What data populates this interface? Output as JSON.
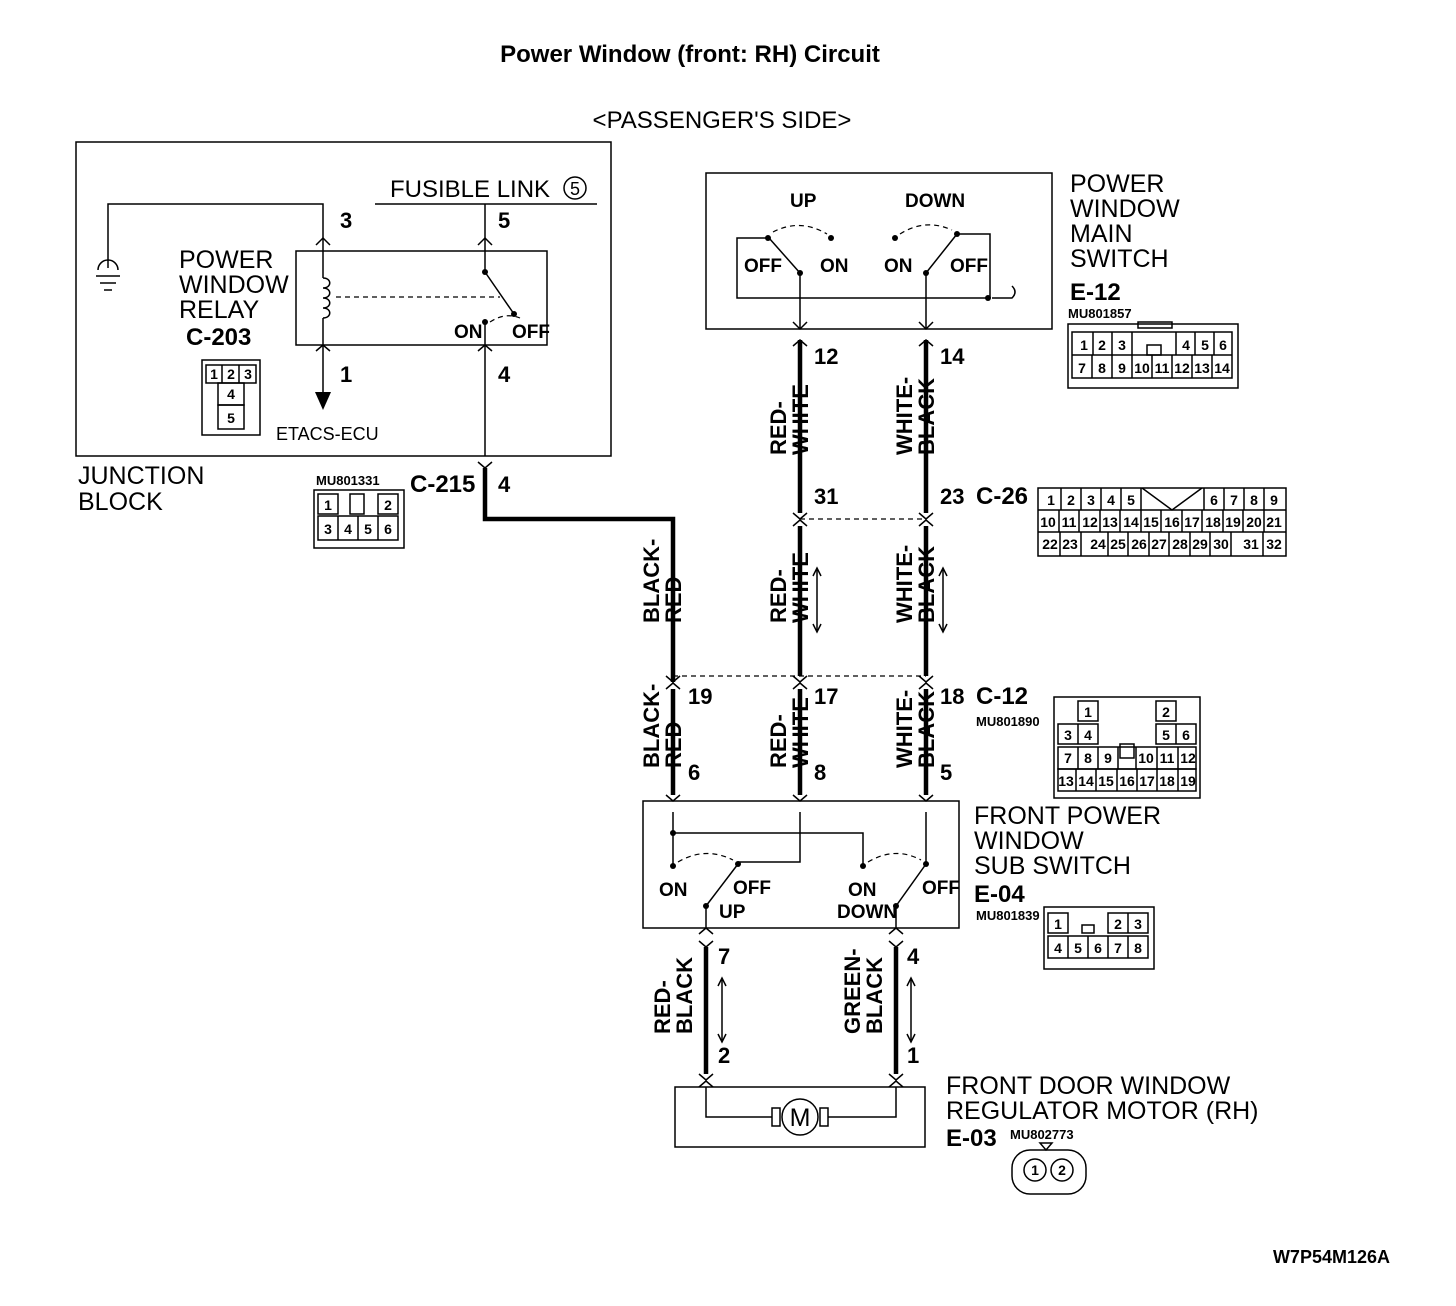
{
  "title": "Power Window (front: RH) Circuit",
  "subtitle": "<PASSENGER'S SIDE>",
  "junction_block": {
    "label_line1": "JUNCTION",
    "label_line2": "BLOCK",
    "fusible_link": "FUSIBLE LINK",
    "fusible_link_no": "5",
    "relay_line1": "POWER",
    "relay_line2": "WINDOW",
    "relay_line3": "RELAY",
    "relay_connector": "C-203",
    "relay_on": "ON",
    "relay_off": "OFF",
    "pin_3": "3",
    "pin_5": "5",
    "pin_1": "1",
    "pin_4": "4",
    "etacs": "ETACS-ECU",
    "relay_grid": [
      "1",
      "2",
      "3",
      "4",
      "5"
    ],
    "c215_label": "C-215",
    "c215_pin": "4",
    "c215_part": "MU801331",
    "c215_grid": [
      "1",
      "2",
      "3",
      "4",
      "5",
      "6"
    ]
  },
  "main_switch": {
    "label_line1": "POWER",
    "label_line2": "WINDOW",
    "label_line3": "MAIN",
    "label_line4": "SWITCH",
    "connector": "E-12",
    "part": "MU801857",
    "up": "UP",
    "down": "DOWN",
    "off_left": "OFF",
    "on_left": "ON",
    "on_right": "ON",
    "off_right": "OFF",
    "pin_a": "12",
    "pin_b": "14",
    "grid_row1": [
      "1",
      "2",
      "3",
      "4",
      "5",
      "6"
    ],
    "grid_row2": [
      "7",
      "8",
      "9",
      "10",
      "11",
      "12",
      "13",
      "14"
    ]
  },
  "c26": {
    "connector": "C-26",
    "pin_a": "31",
    "pin_b": "23",
    "grid_row1": [
      "1",
      "2",
      "3",
      "4",
      "5",
      "6",
      "7",
      "8",
      "9"
    ],
    "grid_row2": [
      "10",
      "11",
      "12",
      "13",
      "14",
      "15",
      "16",
      "17",
      "18",
      "19",
      "20",
      "21"
    ],
    "grid_row3": [
      "22",
      "23",
      "24",
      "25",
      "26",
      "27",
      "28",
      "29",
      "30",
      "31",
      "32"
    ]
  },
  "c12": {
    "connector": "C-12",
    "part": "MU801890",
    "pin_a": "19",
    "pin_b": "17",
    "pin_c": "18",
    "grid": [
      "1",
      "2",
      "3",
      "4",
      "5",
      "6",
      "7",
      "8",
      "9",
      "10",
      "11",
      "12",
      "13",
      "14",
      "15",
      "16",
      "17",
      "18",
      "19"
    ]
  },
  "wires": {
    "red_white_1": "RED-",
    "red_white_2": "WHITE",
    "white_black_1": "WHITE-",
    "white_black_2": "BLACK",
    "black_red_1": "BLACK-",
    "black_red_2": "RED",
    "red_black_1": "RED-",
    "red_black_2": "BLACK",
    "green_black_1": "GREEN-",
    "green_black_2": "BLACK"
  },
  "sub_switch": {
    "label_line1": "FRONT POWER",
    "label_line2": "WINDOW",
    "label_line3": "SUB SWITCH",
    "connector": "E-04",
    "part": "MU801839",
    "pin_a": "6",
    "pin_b": "8",
    "pin_c": "5",
    "pin_d": "7",
    "pin_e": "4",
    "on_left": "ON",
    "off_left": "OFF",
    "up": "UP",
    "on_right": "ON",
    "down": "DOWN",
    "off_right": "OFF",
    "grid": [
      "1",
      "2",
      "3",
      "4",
      "5",
      "6",
      "7",
      "8"
    ]
  },
  "motor": {
    "label_line1": "FRONT DOOR WINDOW",
    "label_line2": "REGULATOR MOTOR (RH)",
    "connector": "E-03",
    "part": "MU802773",
    "symbol": "M",
    "pin_a": "2",
    "pin_b": "1",
    "grid": [
      "1",
      "2"
    ]
  },
  "figure_code": "W7P54M126A"
}
